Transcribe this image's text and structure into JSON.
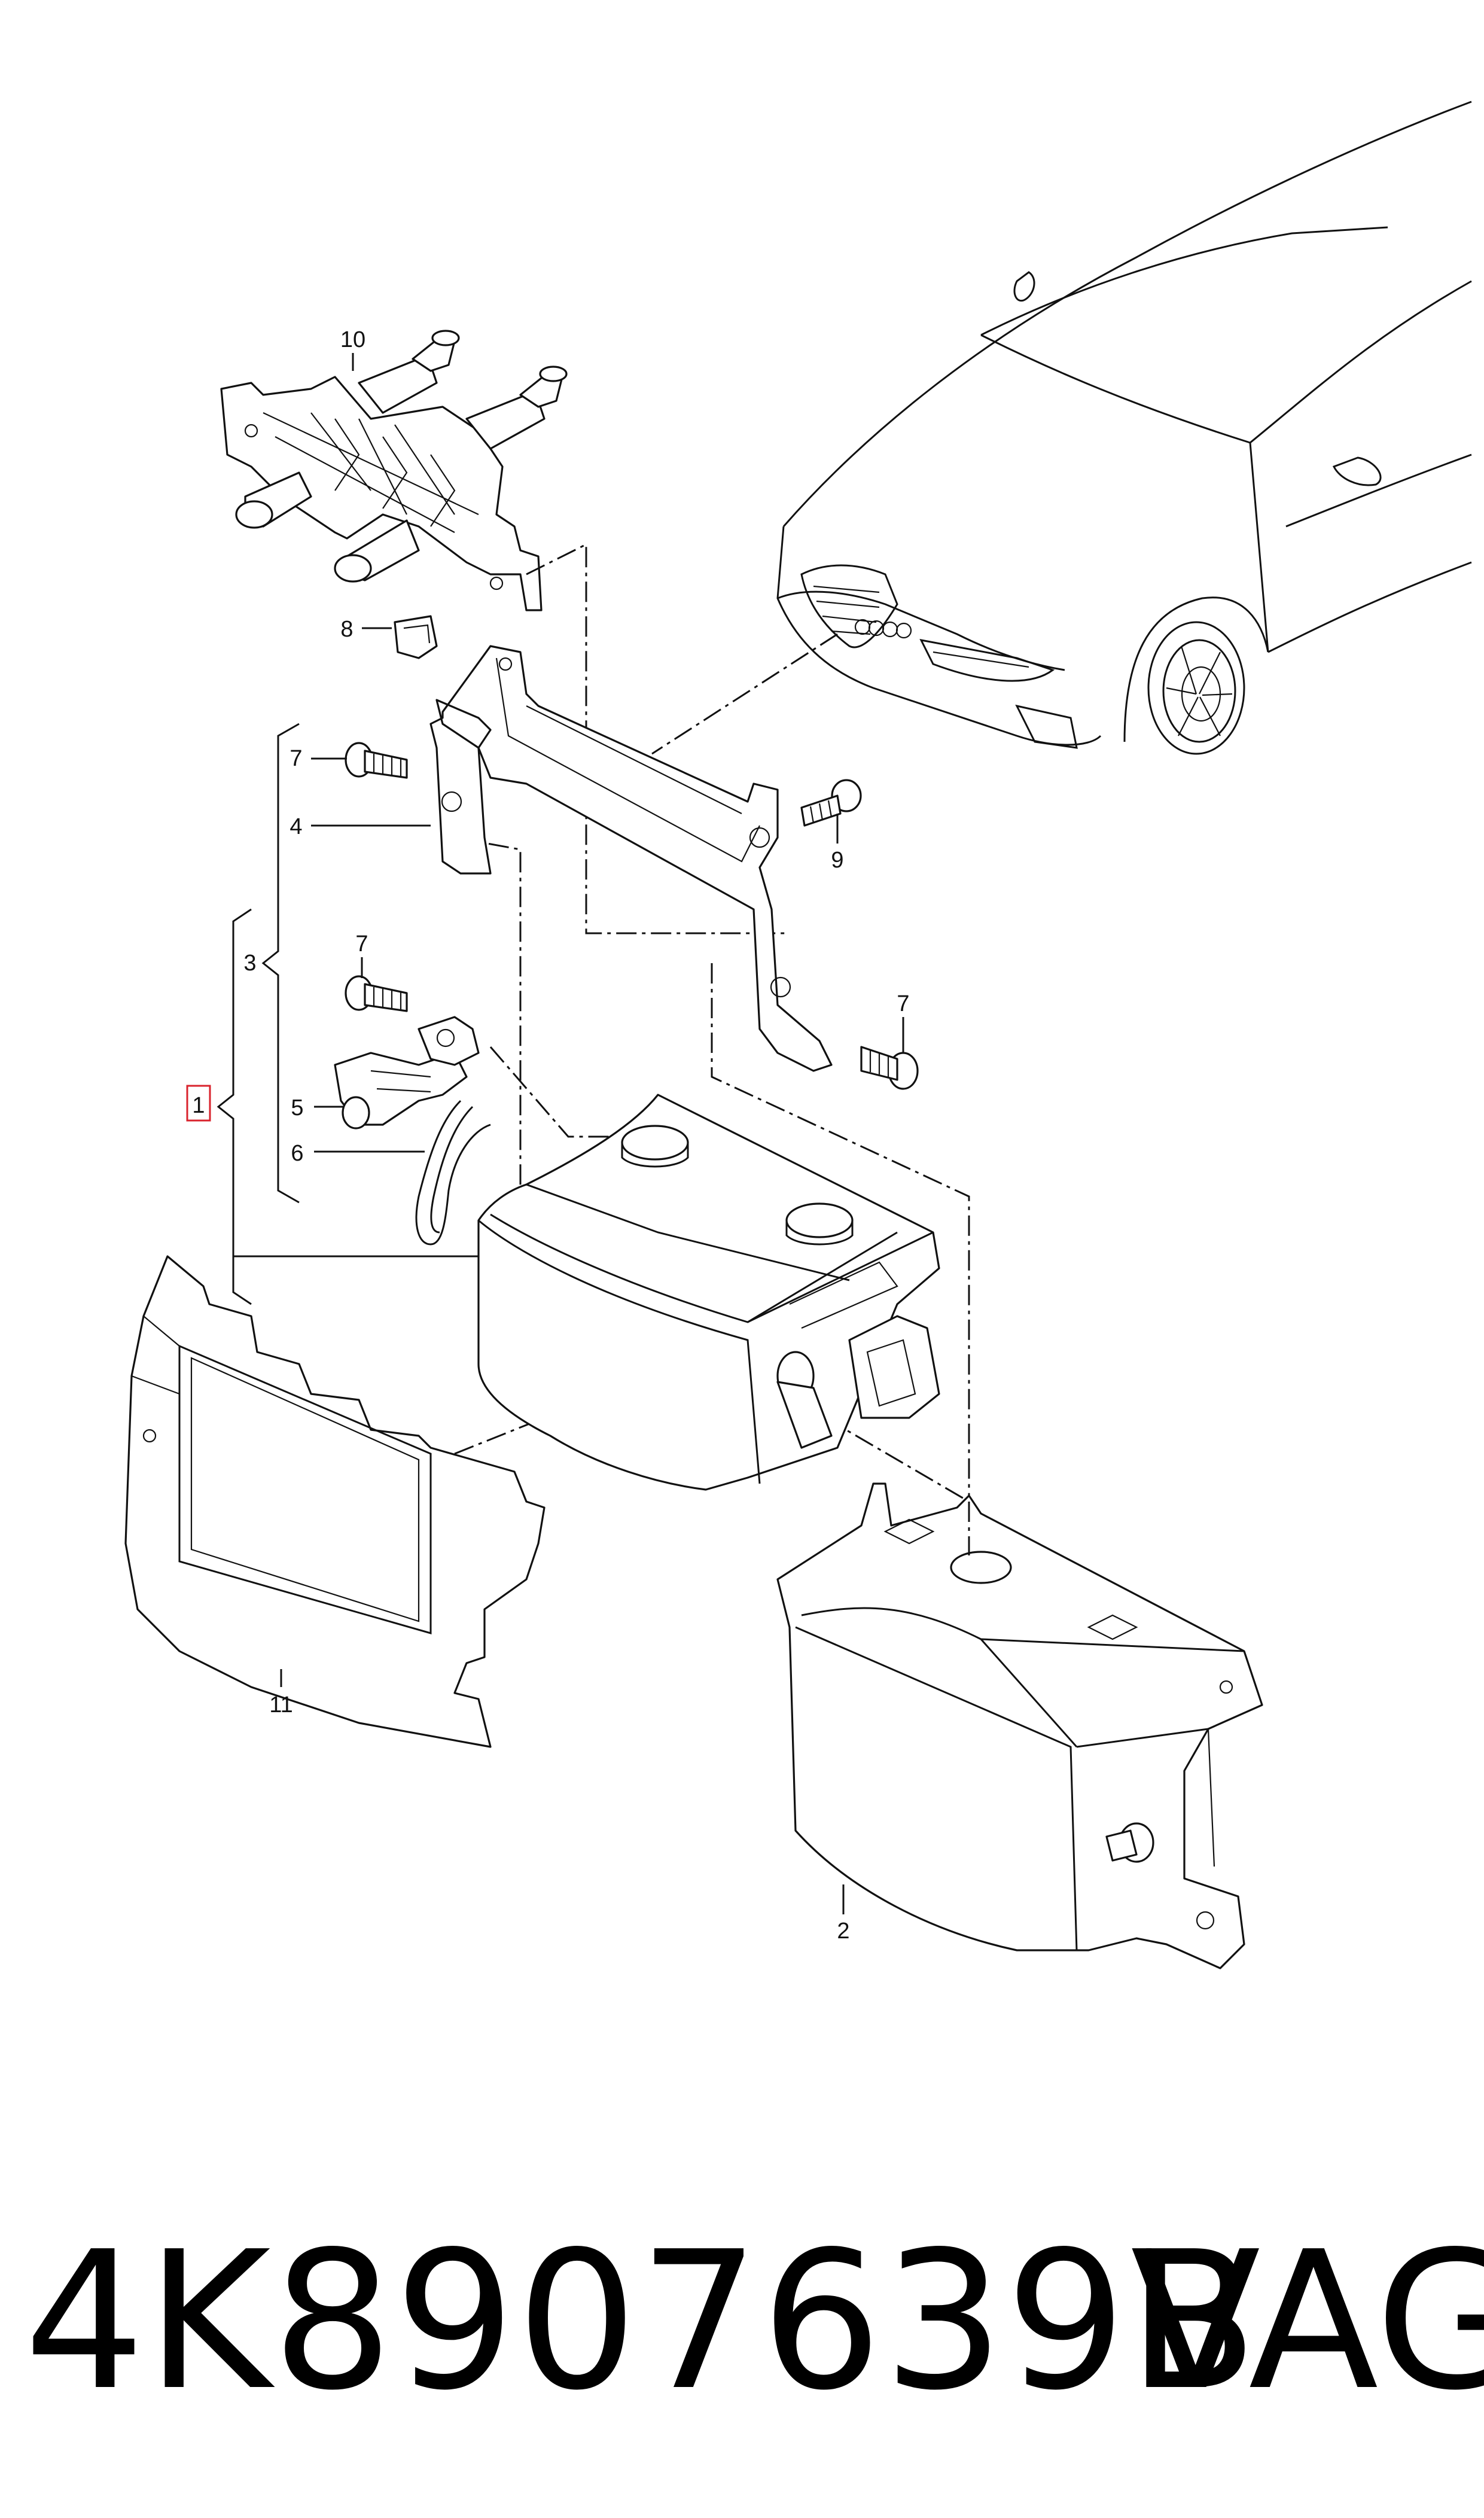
{
  "diagram": {
    "callouts": [
      {
        "id": "c1",
        "text": "1",
        "highlighted": true
      },
      {
        "id": "c2",
        "text": "2"
      },
      {
        "id": "c3",
        "text": "3"
      },
      {
        "id": "c4",
        "text": "4"
      },
      {
        "id": "c5",
        "text": "5"
      },
      {
        "id": "c6",
        "text": "6"
      },
      {
        "id": "c7a",
        "text": "7"
      },
      {
        "id": "c7b",
        "text": "7"
      },
      {
        "id": "c7c",
        "text": "7"
      },
      {
        "id": "c8",
        "text": "8"
      },
      {
        "id": "c9",
        "text": "9"
      },
      {
        "id": "c10",
        "text": "10"
      },
      {
        "id": "c11",
        "text": "11"
      }
    ],
    "highlight_color": "#d9232d"
  },
  "footer": {
    "part_number": "4K8907639B",
    "brand": "VAG"
  }
}
